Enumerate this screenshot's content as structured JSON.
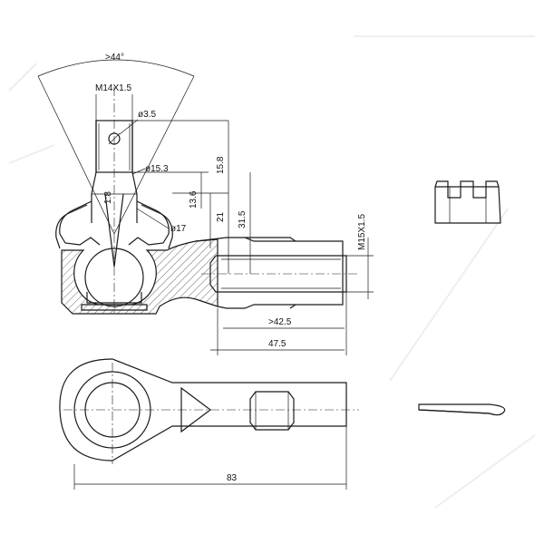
{
  "dimensions": {
    "angle": ">44°",
    "thread_top": "M14X1.5",
    "pin_hole": "ø3.5",
    "stud_dia": "ø15.3",
    "taper": "1:8",
    "boot_dia": "ø17",
    "h_15_8": "15.8",
    "h_13_6": "13.6",
    "h_21": "21",
    "h_31_5": "31.5",
    "thread_side": "M15X1.5",
    "len_42_5": ">42.5",
    "len_47_5": "47.5",
    "len_83": "83"
  },
  "colors": {
    "line": "#1a1a1a",
    "hatch": "#333333",
    "watermark": "#eeeeee"
  }
}
